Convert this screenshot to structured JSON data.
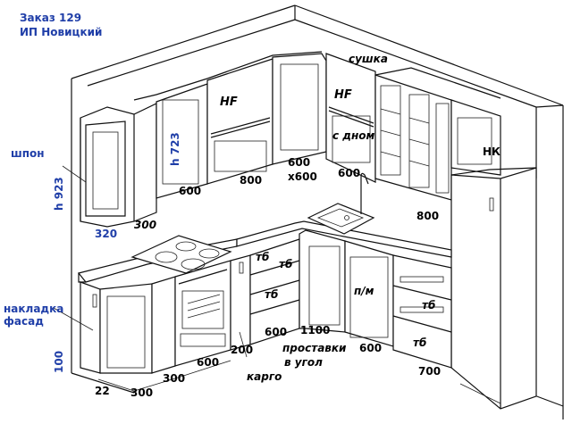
{
  "header": {
    "order": "Заказ 129",
    "client": "ИП Новицкий"
  },
  "annotations": {
    "veneer": "шпон",
    "overlay_line1": "накладка",
    "overlay_line2": "фасад",
    "h923": "h 923",
    "h723": "h 723",
    "h100": "100",
    "hf1": "HF",
    "hf2": "HF",
    "dryer": "сушка",
    "with_bottom": "с дном",
    "nk": "НК",
    "d320": "320",
    "d300a": "300",
    "d600a": "600",
    "d800a": "800",
    "d600x600_1": "600",
    "d600x600_2": "х600",
    "d600b": "600",
    "d800b": "800",
    "tb1": "тб",
    "tb2": "тб",
    "tb3": "тб",
    "tb4": "тб",
    "tb5": "тб",
    "pm": "п/м",
    "d1100": "1100",
    "d600c": "600",
    "d600d": "600",
    "d600e": "600",
    "d200": "200",
    "spacers_line1": "проставки",
    "spacers_line2": "в угол",
    "d700": "700",
    "cargo": "карго",
    "d300b": "300",
    "d22": "22",
    "d300c": "300"
  }
}
